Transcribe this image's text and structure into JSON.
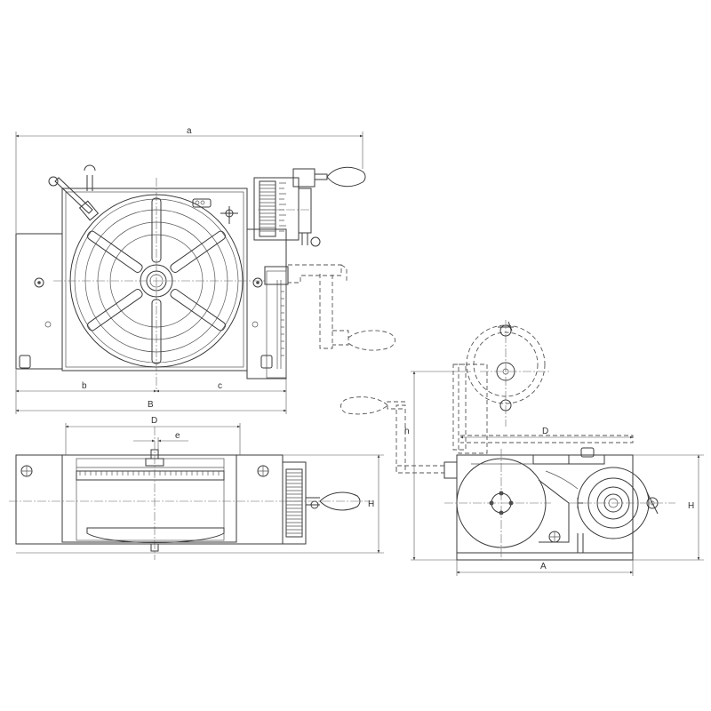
{
  "dimension_labels": {
    "a": "a",
    "b": "b",
    "c": "c",
    "B": "B",
    "D_front": "D",
    "e": "e",
    "H_front": "H",
    "h": "h",
    "D_side": "D",
    "H_side": "H",
    "A": "A"
  }
}
